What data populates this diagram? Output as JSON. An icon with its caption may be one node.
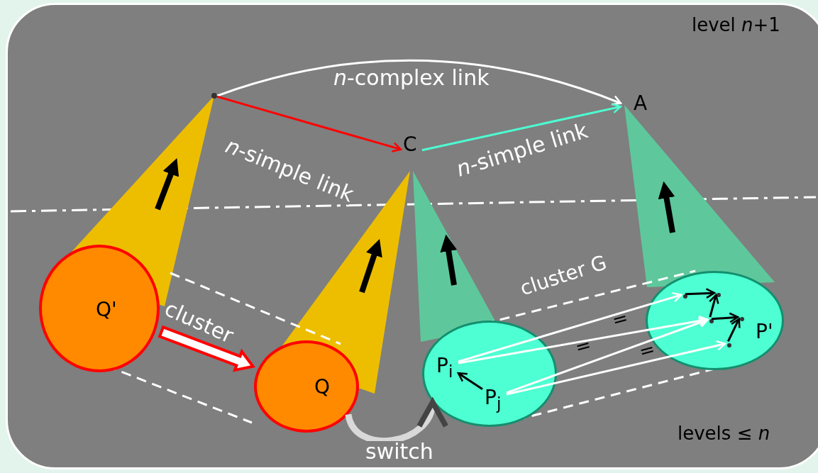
{
  "diagram": {
    "nodes": [
      {
        "text": [],
        "shape": "point"
      },
      {
        "text": [
          "C"
        ]
      },
      {
        "text": [
          "A"
        ]
      },
      {
        "text": [
          "Q'"
        ]
      },
      {
        "text": [
          "Q"
        ]
      },
      {
        "text": [],
        "shape": "ellipse"
      },
      {
        "text": [
          "P$_{i}$"
        ],
        "in": 5
      },
      {
        "text": [
          "P$_{j}$"
        ],
        "in": 5
      },
      {
        "text": [
          "P'"
        ]
      },
      {
        "text": [],
        "shape": "point",
        "in": 8
      },
      {
        "text": [],
        "shape": "point",
        "in": 8
      },
      {
        "text": [],
        "shape": "point",
        "in": 8
      },
      {
        "text": [],
        "shape": "point",
        "in": 8
      },
      {
        "text": [],
        "shape": "point",
        "in": 8
      }
    ],
    "edges": [
      {
        "from": 0,
        "to": 2,
        "arrow": "to",
        "label": "*n*-complex link"
      },
      {
        "from": 0,
        "to": 1,
        "arrow": "to",
        "label": "*n*-simple link",
        "color": "#ff0000"
      },
      {
        "from": 1,
        "to": 2,
        "arrow": "to",
        "label": "*n*-simple link",
        "color": "#4dffd2"
      },
      {
        "from": 3,
        "to": 4,
        "arrow": "to",
        "label": "cluster",
        "style": "thick",
        "color": "#ff0000"
      },
      {
        "from": 4,
        "to": 5,
        "arrow": "to",
        "label": "switch",
        "style": "thick",
        "color": "#d9d9d9"
      },
      {
        "from": 7,
        "to": 6,
        "arrow": "to",
        "color": "#000000"
      },
      {
        "from": 6,
        "to": 9,
        "arrow": "to"
      },
      {
        "from": 6,
        "to": 11,
        "arrow": "to"
      },
      {
        "from": 7,
        "to": 11,
        "arrow": "to"
      },
      {
        "from": 7,
        "to": 13,
        "arrow": "to"
      },
      {
        "from": 9,
        "to": 10,
        "arrow": "to",
        "color": "#000000"
      },
      {
        "from": 11,
        "to": 10,
        "arrow": "to",
        "color": "#000000"
      },
      {
        "from": 11,
        "to": 12,
        "arrow": "to",
        "color": "#000000"
      },
      {
        "from": 13,
        "to": 12,
        "arrow": "to",
        "color": "#000000"
      }
    ],
    "labels": [
      "level *n*+1",
      "cluster G",
      "=",
      "=",
      "=",
      "levels ≤ *n*"
    ]
  }
}
